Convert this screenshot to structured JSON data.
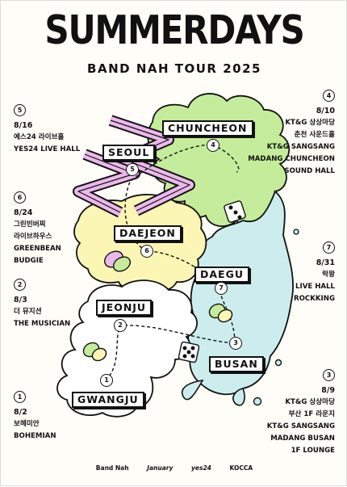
{
  "header": {
    "title": "SUMMERDAYS",
    "subtitle": "BAND NAH TOUR 2025"
  },
  "stops": [
    {
      "num": "5",
      "date": "8/16",
      "lines": [
        "예스24 라이브홀",
        "YES24 LIVE HALL"
      ]
    },
    {
      "num": "6",
      "date": "8/24",
      "lines": [
        "그린빈버찌",
        "라이브하우스",
        "GREENBEAN",
        "BUDGIE"
      ]
    },
    {
      "num": "2",
      "date": "8/3",
      "lines": [
        "더 뮤지션",
        "THE MUSICIAN"
      ]
    },
    {
      "num": "1",
      "date": "8/2",
      "lines": [
        "보헤미안",
        "BOHEMIAN"
      ]
    },
    {
      "num": "4",
      "date": "8/10",
      "lines": [
        "KT&G 상상마당",
        "춘천 사운드홀",
        "KT&G SANGSANG",
        "MADANG CHUNCHEON",
        "SOUND HALL"
      ]
    },
    {
      "num": "7",
      "date": "8/31",
      "lines": [
        "락왕",
        "LIVE HALL",
        "ROCKKING"
      ]
    },
    {
      "num": "3",
      "date": "8/9",
      "lines": [
        "KT&G 상상마당",
        "부산 1F 라운지",
        "KT&G SANGSANG",
        "MADANG BUSAN",
        "1F LOUNGE"
      ]
    }
  ],
  "cities": {
    "seoul": "SEOUL",
    "chuncheon": "CHUNCHEON",
    "daejeon": "DAEJEON",
    "daegu": "DAEGU",
    "jeonju": "JEONJU",
    "busan": "BUSAN",
    "gwangju": "GWANGJU"
  },
  "map_markers": {
    "m1": "1",
    "m2": "2",
    "m3": "3",
    "m4": "4",
    "m5": "5",
    "m6": "6",
    "m7": "7"
  },
  "sponsors": [
    "Band Nah",
    "January",
    "yes24",
    "KOCCA"
  ],
  "colors": {
    "green": "#c4ec9a",
    "yellow": "#fbf6b4",
    "blue": "#cdecee",
    "pink": "#ecb8ec",
    "ink": "#111111"
  }
}
